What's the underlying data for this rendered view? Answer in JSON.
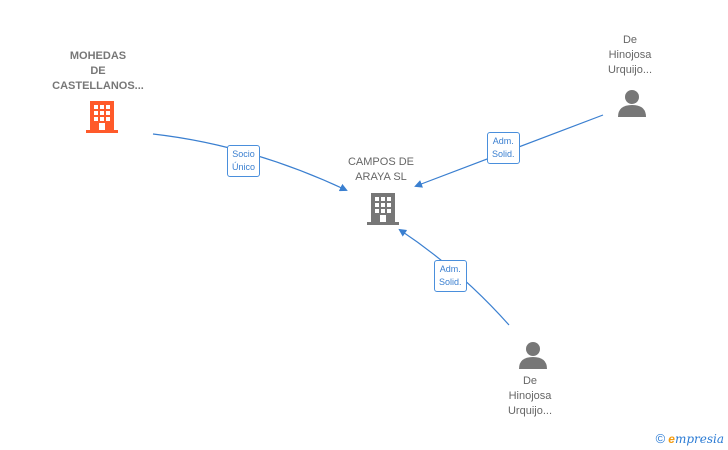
{
  "nodes": {
    "mohedas": {
      "lines": [
        "MOHEDAS",
        "DE",
        "CASTELLANOS..."
      ],
      "icon": "building-icon",
      "color": "#ff5a2a"
    },
    "campos": {
      "lines": [
        "CAMPOS DE",
        "ARAYA  SL"
      ],
      "icon": "building-icon",
      "color": "#777777"
    },
    "person_top": {
      "lines": [
        "De",
        "Hinojosa",
        "Urquijo..."
      ],
      "icon": "person-icon",
      "color": "#777777"
    },
    "person_bottom": {
      "lines": [
        "De",
        "Hinojosa",
        "Urquijo..."
      ],
      "icon": "person-icon",
      "color": "#777777"
    }
  },
  "edges": {
    "socio": [
      "Socio",
      "Único"
    ],
    "adm_top": [
      "Adm.",
      "Solid."
    ],
    "adm_bottom": [
      "Adm.",
      "Solid."
    ]
  },
  "footer": {
    "copyright": "©",
    "brand_first": "e",
    "brand_rest": "mpresia"
  },
  "colors": {
    "edge": "#3a7fd0",
    "accent": "#ff5a2a",
    "gray": "#777777"
  }
}
